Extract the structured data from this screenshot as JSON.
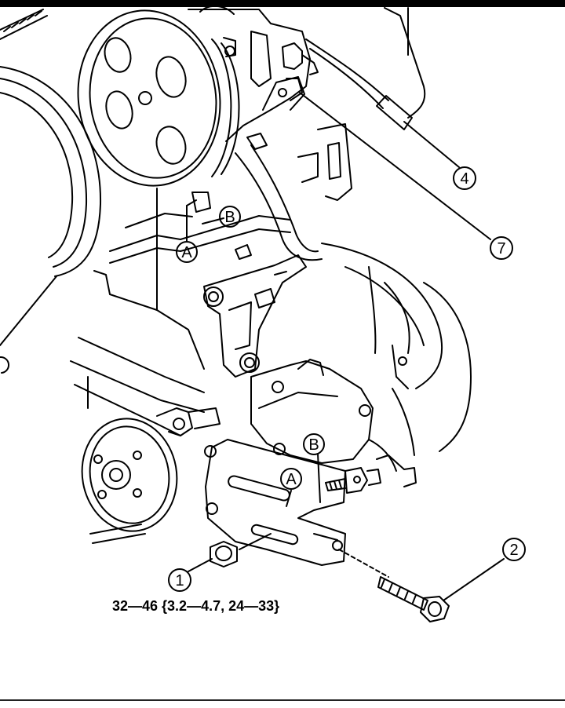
{
  "callouts": {
    "c1": "1",
    "c2": "2",
    "c4": "4",
    "c7": "7",
    "a_upper": "A",
    "b_upper": "B",
    "a_lower": "A",
    "b_lower": "B"
  },
  "torque_spec": "32—46 {3.2—4.7, 24—33}",
  "colors": {
    "line": "#000000",
    "background": "#ffffff"
  }
}
